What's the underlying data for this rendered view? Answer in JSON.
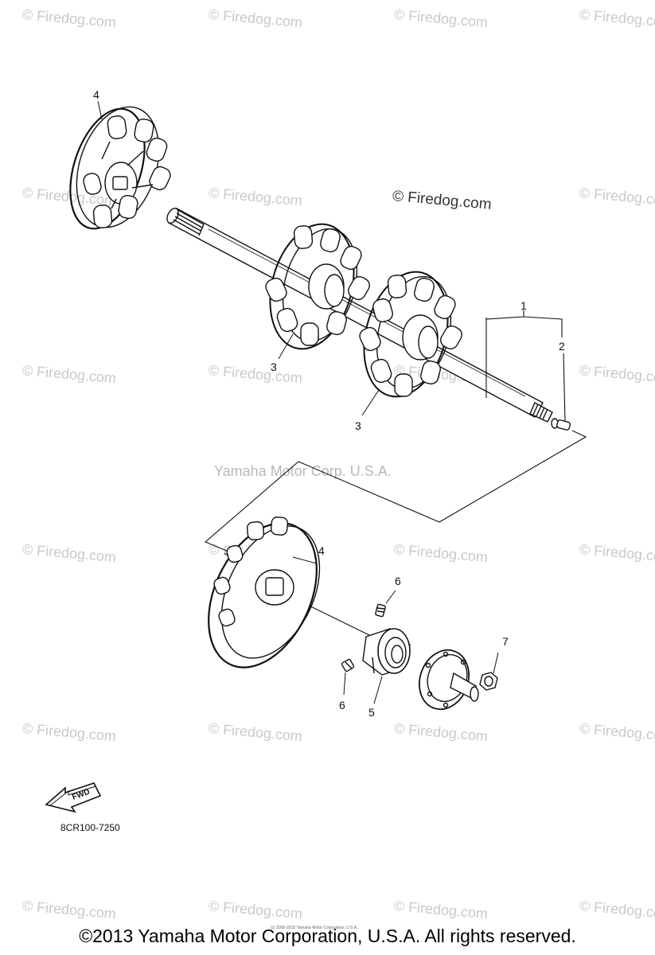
{
  "watermark": {
    "text": "© Firedog.com"
  },
  "main_watermark": "© Firedog.com",
  "center_watermark": "Yamaha Motor Corp. U.S.A.",
  "callouts": [
    "1",
    "2",
    "3",
    "3",
    "4",
    "4",
    "5",
    "6",
    "6",
    "7"
  ],
  "fwd_label": "FWD",
  "part_code": "8CR100-7250",
  "tiny_copyright": "(c) 2005-2015 Yamaha Motor Corporation, U.S.A.",
  "footer": "©2013 Yamaha Motor Corporation, U.S.A. All rights reserved."
}
